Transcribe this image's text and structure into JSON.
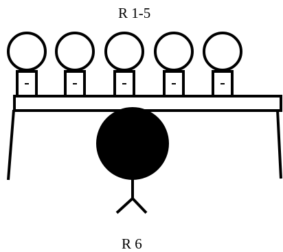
{
  "labels": {
    "top_group": "R 1-5",
    "bottom_single": "R 6"
  },
  "colors": {
    "stroke": "#000000",
    "background": "#ffffff",
    "fill_dark": "#000000"
  },
  "figures": {
    "top_row_count": 5,
    "top_row_style": "outlined-circle-heads-on-square-bodies-seated-along-bar",
    "bottom_figure_style": "filled-circle-head-with-y-shaped-legs"
  }
}
